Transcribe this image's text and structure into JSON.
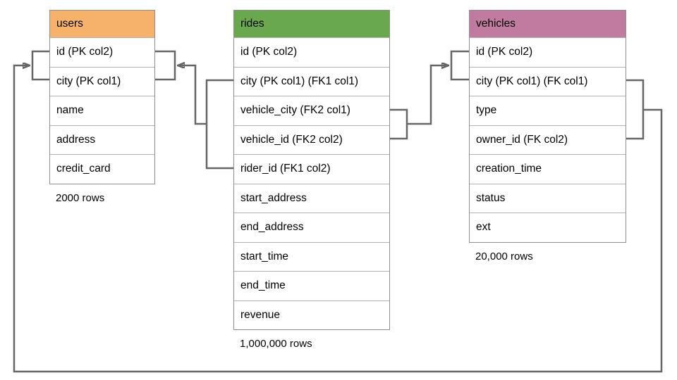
{
  "diagram": {
    "line_color": "#666666",
    "border_color": "#8F8F8F",
    "tables": {
      "users": {
        "title": "users",
        "header_color": "#F6B26B",
        "columns": [
          "id (PK col2)",
          "city (PK col1)",
          "name",
          "address",
          "credit_card"
        ],
        "caption": "2000 rows"
      },
      "rides": {
        "title": "rides",
        "header_color": "#6AA84F",
        "columns": [
          "id (PK col2)",
          "city (PK col1) (FK1 col1)",
          "vehicle_city (FK2 col1)",
          "vehicle_id (FK2 col2)",
          "rider_id (FK1 col2)",
          "start_address",
          "end_address",
          "start_time",
          "end_time",
          "revenue"
        ],
        "caption": "1,000,000 rows"
      },
      "vehicles": {
        "title": "vehicles",
        "header_color": "#C27BA0",
        "columns": [
          "id (PK col2)",
          "city (PK col1) (FK col1)",
          "type",
          "owner_id (FK col2)",
          "creation_time",
          "status",
          "ext"
        ],
        "caption": "20,000 rows"
      }
    },
    "relationships": [
      {
        "name": "rides-to-users",
        "from_table": "rides",
        "from_columns": [
          "city (FK1 col1)",
          "rider_id (FK1 col2)"
        ],
        "to_table": "users",
        "to_columns": [
          "id (PK col2)",
          "city (PK col1)"
        ]
      },
      {
        "name": "rides-to-vehicles",
        "from_table": "rides",
        "from_columns": [
          "vehicle_city (FK2 col1)",
          "vehicle_id (FK2 col2)"
        ],
        "to_table": "vehicles",
        "to_columns": [
          "id (PK col2)",
          "city (PK col1)"
        ]
      },
      {
        "name": "vehicles-to-users",
        "from_table": "vehicles",
        "from_columns": [
          "city (FK col1)",
          "owner_id (FK col2)"
        ],
        "to_table": "users",
        "to_columns": [
          "id (PK col2)",
          "city (PK col1)"
        ]
      }
    ]
  }
}
